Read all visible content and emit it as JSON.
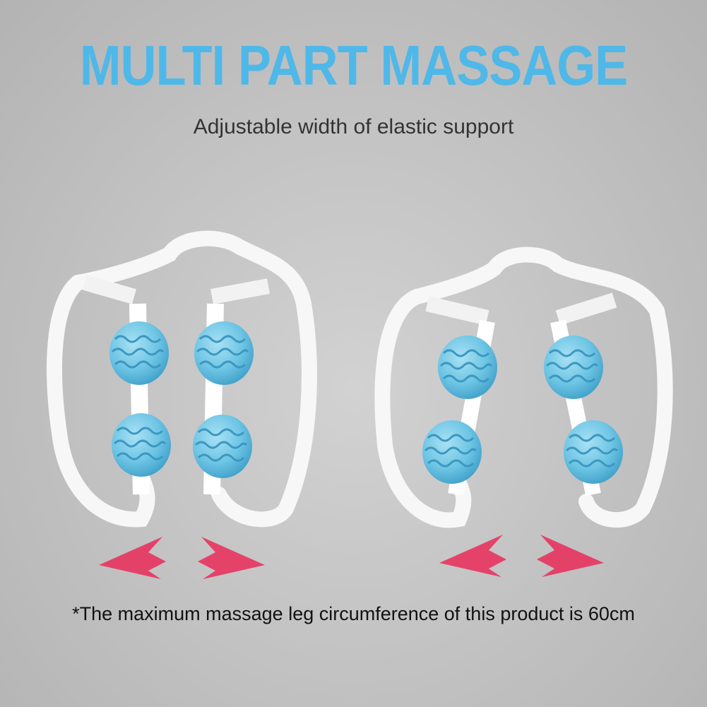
{
  "title": "MULTI PART MASSAGE",
  "subtitle": "Adjustable width of elastic support",
  "note": "*The maximum massage leg circumference of this product is 60cm",
  "colors": {
    "title": "#4fb8e8",
    "roller": "#6cc4e4",
    "frame": "#ffffff",
    "arrow": "#e8335f"
  }
}
